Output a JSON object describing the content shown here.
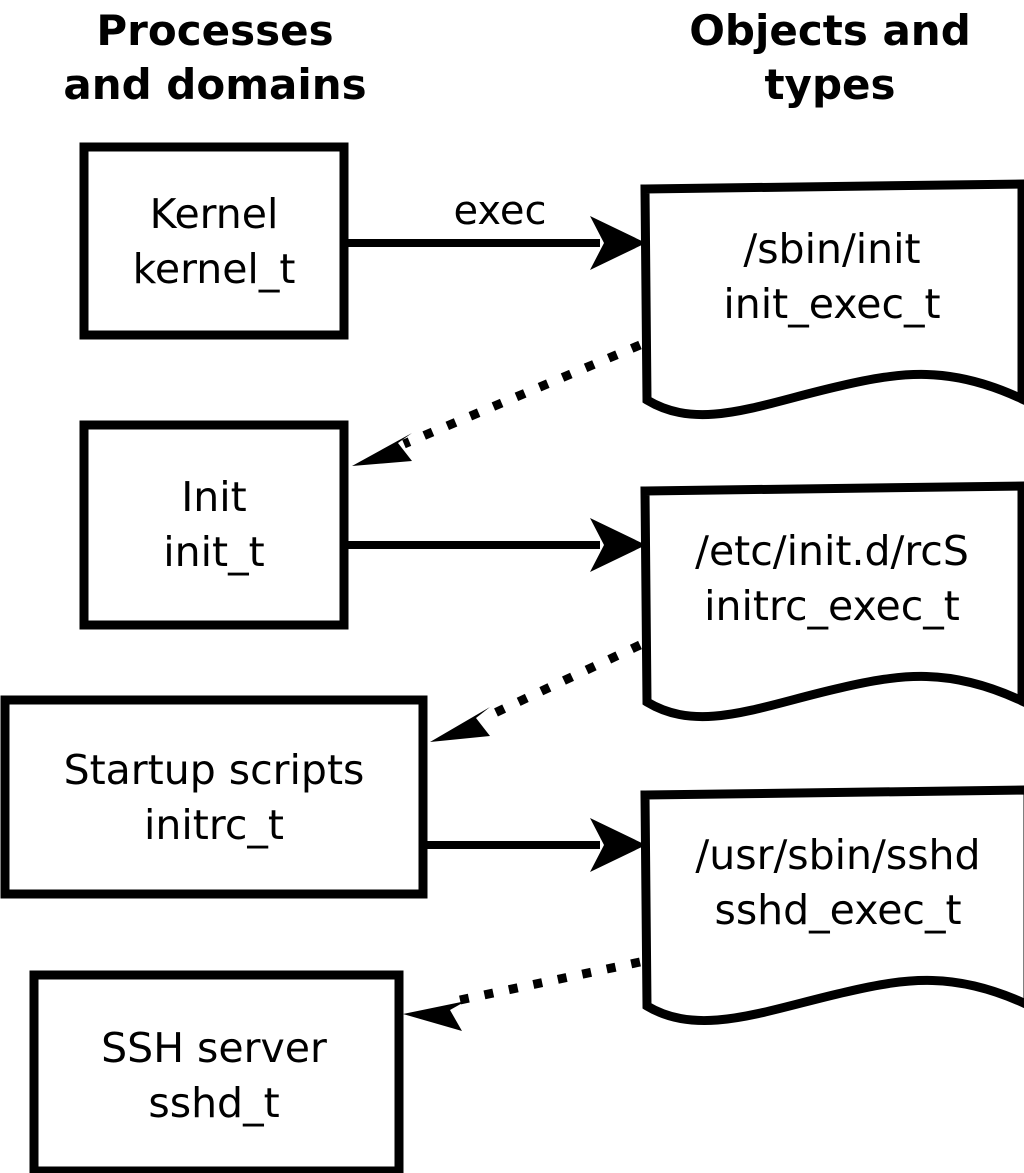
{
  "diagram": {
    "title_left": "Processes and domains",
    "title_right": "Objects and types",
    "accent_color": "#000000",
    "background_color": "#ffffff",
    "columns": {
      "left": {
        "line1": "Processes",
        "line2": "and domains"
      },
      "right": {
        "line1": "Objects and",
        "line2": "types"
      }
    },
    "process_nodes": [
      {
        "id": "kernel",
        "line1": "Kernel",
        "line2": "kernel_t",
        "shape": "rectangle"
      },
      {
        "id": "init",
        "line1": "Init",
        "line2": "init_t",
        "shape": "rectangle"
      },
      {
        "id": "initrc",
        "line1": "Startup scripts",
        "line2": "initrc_t",
        "shape": "rectangle"
      },
      {
        "id": "sshd",
        "line1": "SSH server",
        "line2": "sshd_t",
        "shape": "rectangle"
      }
    ],
    "object_nodes": [
      {
        "id": "init_exec",
        "line1": "/sbin/init",
        "line2": "init_exec_t",
        "shape": "document"
      },
      {
        "id": "initrc_exec",
        "line1": "/etc/init.d/rcS",
        "line2": "initrc_exec_t",
        "shape": "document"
      },
      {
        "id": "sshd_exec",
        "line1": "/usr/sbin/sshd",
        "line2": "sshd_exec_t",
        "shape": "document"
      }
    ],
    "edges": [
      {
        "id": "kernel-execs-init-exec",
        "from": "kernel",
        "to": "init_exec",
        "style": "solid",
        "label": "exec"
      },
      {
        "id": "init-exec-transitions-init",
        "from": "init_exec",
        "to": "init",
        "style": "dotted",
        "label": ""
      },
      {
        "id": "init-execs-initrc-exec",
        "from": "init",
        "to": "initrc_exec",
        "style": "solid",
        "label": ""
      },
      {
        "id": "initrc-exec-transitions-initrc",
        "from": "initrc_exec",
        "to": "initrc",
        "style": "dotted",
        "label": ""
      },
      {
        "id": "initrc-execs-sshd-exec",
        "from": "initrc",
        "to": "sshd_exec",
        "style": "solid",
        "label": ""
      },
      {
        "id": "sshd-exec-transitions-sshd",
        "from": "sshd_exec",
        "to": "sshd",
        "style": "dotted",
        "label": ""
      }
    ]
  }
}
